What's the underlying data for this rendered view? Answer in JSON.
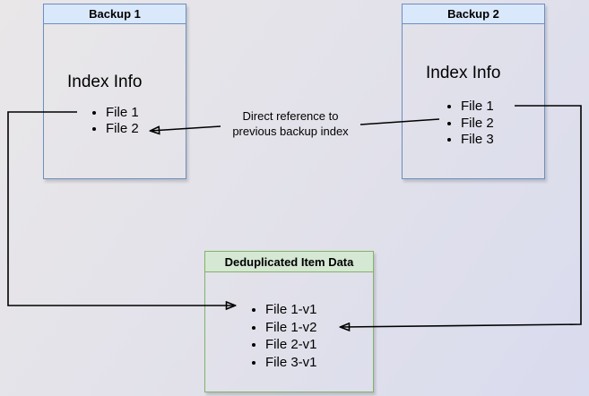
{
  "boxes": {
    "backup1": {
      "title": "Backup 1",
      "label": "Index Info",
      "files": [
        "File 1",
        "File 2"
      ],
      "fill": "#dae8fc",
      "border": "#6c8ebf"
    },
    "backup2": {
      "title": "Backup 2",
      "label": "Index Info",
      "files": [
        "File 1",
        "File 2",
        "File 3"
      ],
      "fill": "#dae8fc",
      "border": "#6c8ebf"
    },
    "dedup": {
      "title": "Deduplicated Item Data",
      "files": [
        "File 1-v1",
        "File 1-v2",
        "File 2-v1",
        "File 3-v1"
      ],
      "fill": "#d5e8d4",
      "border": "#82b366"
    }
  },
  "annotation": {
    "line1": "Direct reference to",
    "line2": "previous backup index"
  },
  "connectors": {
    "color": "#000000",
    "links": [
      "backup1 File 1 -> dedup File 1-v1",
      "backup2 File 2 -> backup1 File 2 (direct reference to previous backup index)",
      "backup2 File 1 -> dedup File 1-v2"
    ]
  }
}
